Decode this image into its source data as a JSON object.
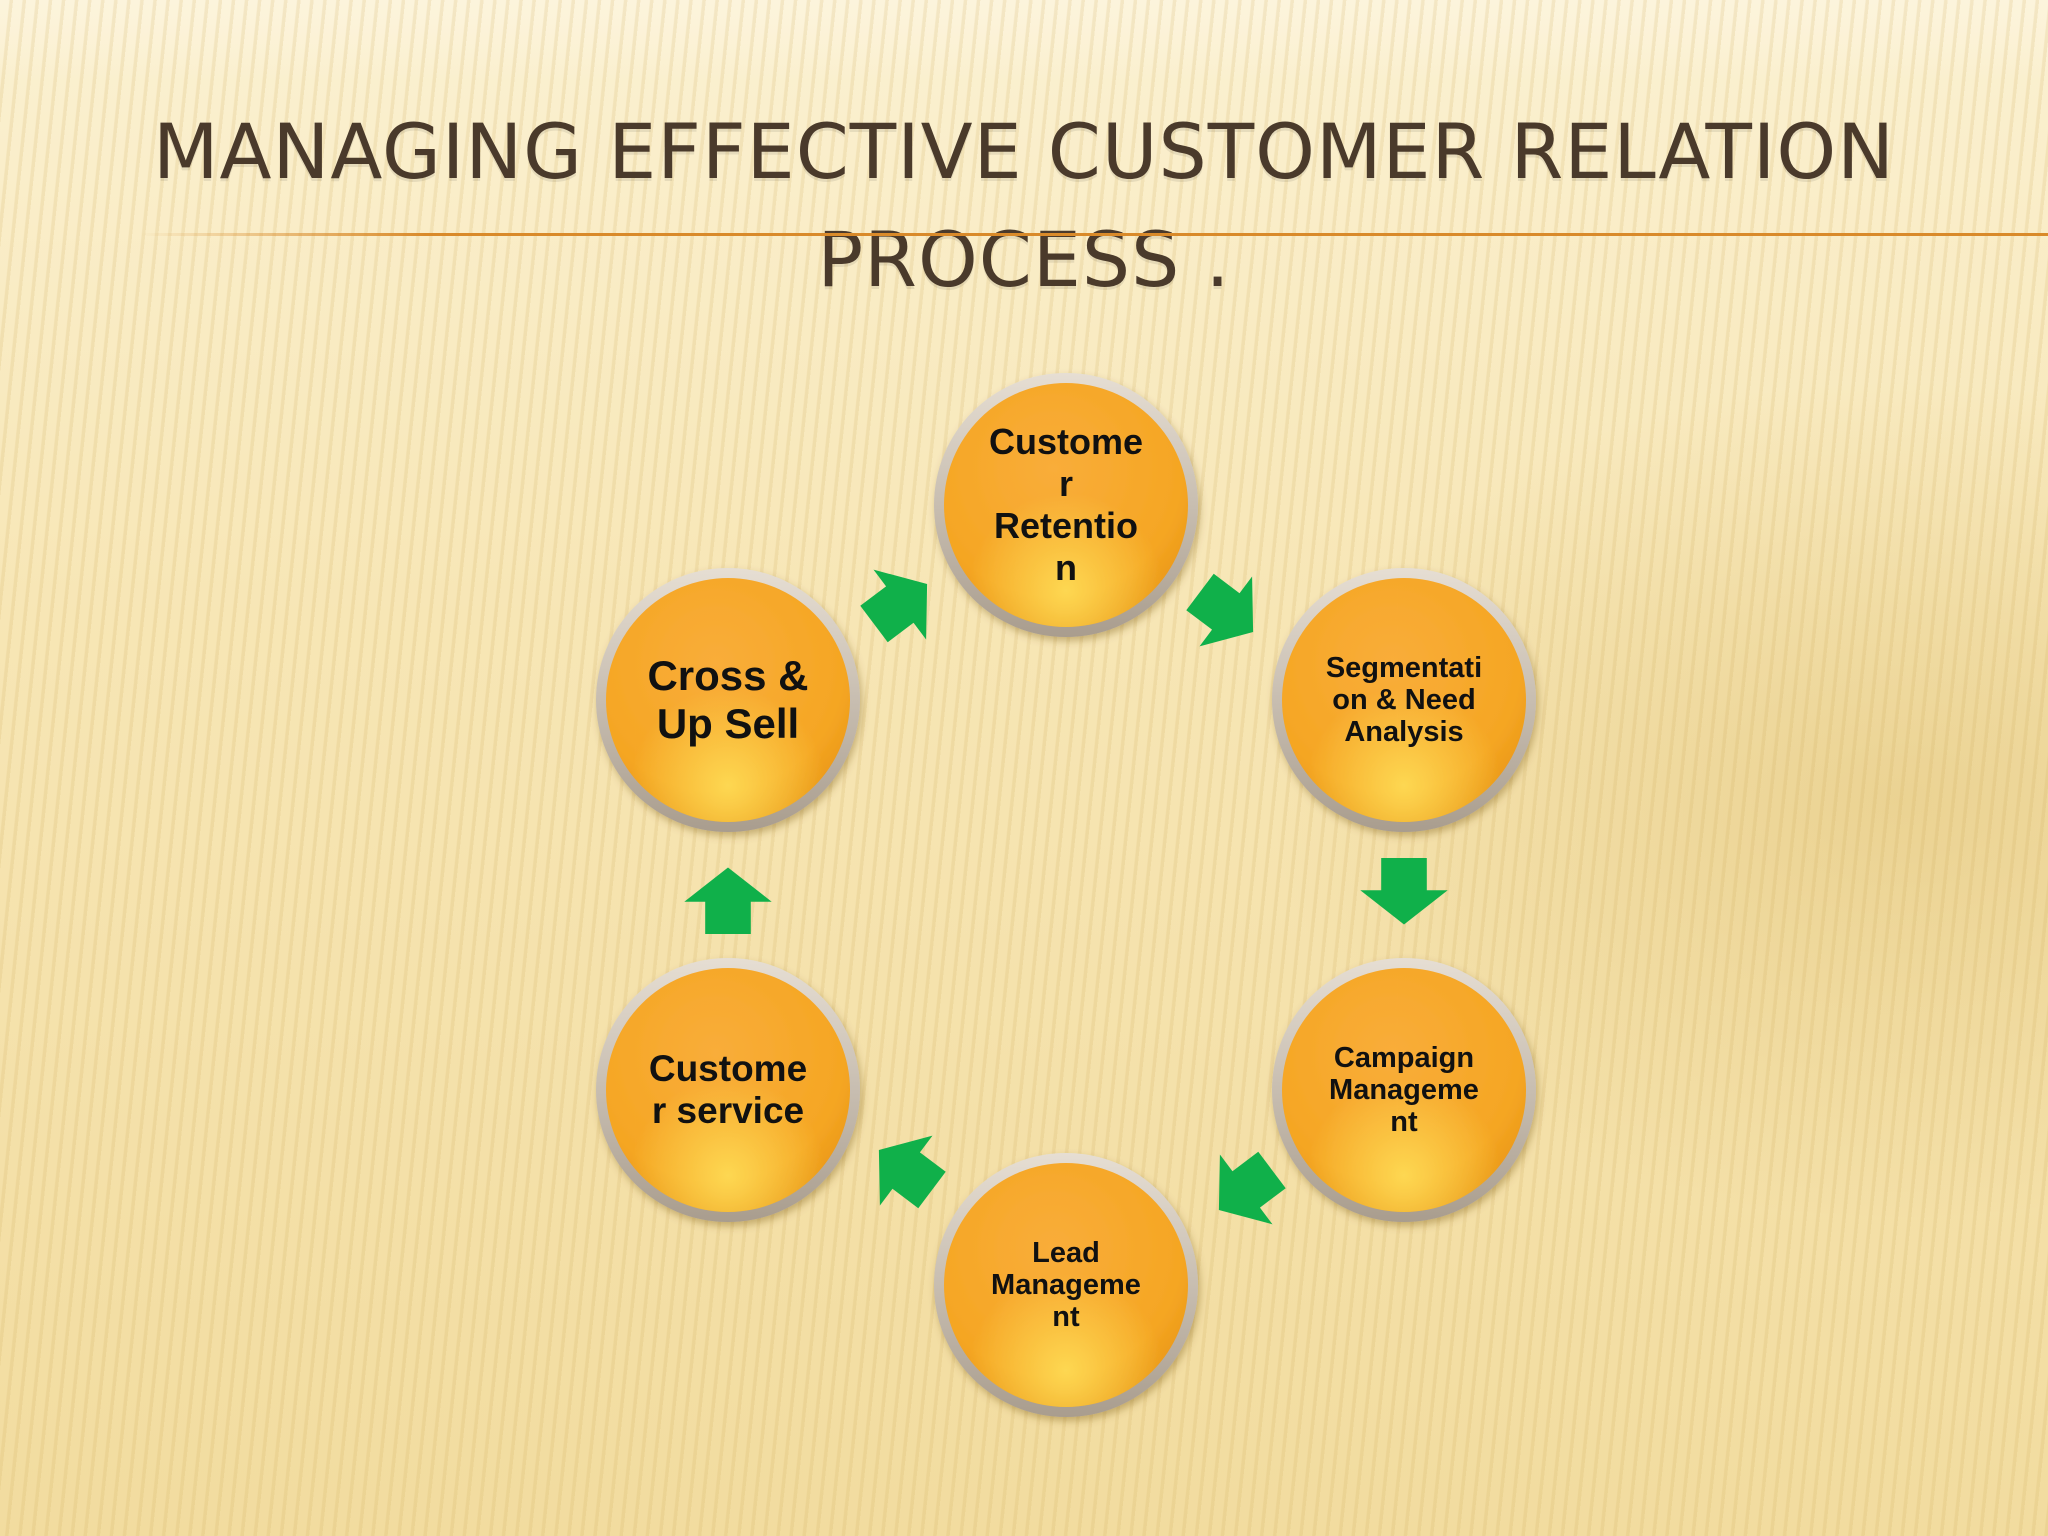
{
  "title": {
    "line1": "MANAGING EFFECTIVE CUSTOMER RELATION",
    "line2": "PROCESS  ."
  },
  "nodes": [
    {
      "id": "customer-retention",
      "label": "Custome\nr\nRetentio\nn"
    },
    {
      "id": "segmentation",
      "label": "Segmentati\non & Need\nAnalysis"
    },
    {
      "id": "campaign-management",
      "label": "Campaign\nManageme\nnt"
    },
    {
      "id": "lead-management",
      "label": "Lead\nManageme\nnt"
    },
    {
      "id": "customer-service",
      "label": "Custome\nr service"
    },
    {
      "id": "cross-up-sell",
      "label": "Cross &\nUp Sell"
    }
  ],
  "colors": {
    "node_fill": "#f5a623",
    "node_ring": "#c9c0b4",
    "arrow": "#10b04a",
    "title_text": "#4a3a2b",
    "rule": "#d98a2a"
  },
  "arrow_icon": "green-block-arrow"
}
